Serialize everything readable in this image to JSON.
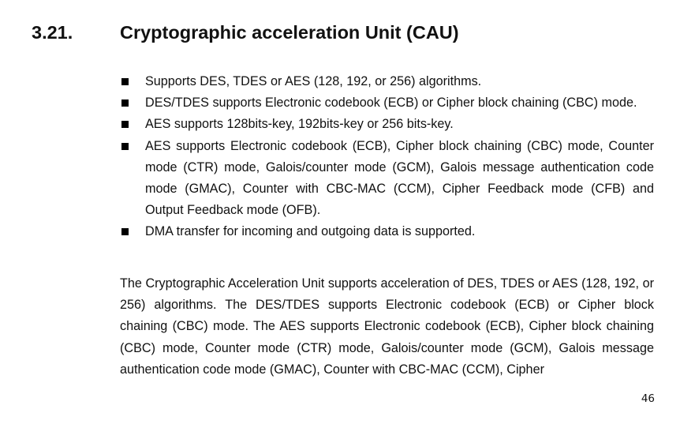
{
  "section": {
    "number": "3.21.",
    "title": "Cryptographic acceleration Unit (CAU)"
  },
  "bullets": [
    "Supports DES, TDES or AES (128, 192, or 256) algorithms.",
    "DES/TDES supports Electronic codebook (ECB) or Cipher block chaining (CBC) mode.",
    "AES supports 128bits-key, 192bits-key or 256 bits-key.",
    "AES supports Electronic codebook (ECB), Cipher block chaining (CBC) mode, Counter mode (CTR) mode, Galois/counter mode (GCM), Galois message authentication code mode (GMAC), Counter with CBC-MAC (CCM), Cipher Feedback mode (CFB) and Output Feedback mode (OFB).",
    "DMA transfer for incoming and outgoing data is supported."
  ],
  "paragraph": "The Cryptographic Acceleration Unit supports acceleration of DES, TDES or AES (128, 192, or 256) algorithms. The DES/TDES supports Electronic codebook (ECB) or Cipher block chaining (CBC) mode. The AES supports Electronic codebook (ECB), Cipher block chaining (CBC) mode, Counter mode (CTR) mode, Galois/counter mode (GCM), Galois message authentication code mode (GMAC), Counter with CBC-MAC (CCM), Cipher",
  "page_number": "46"
}
